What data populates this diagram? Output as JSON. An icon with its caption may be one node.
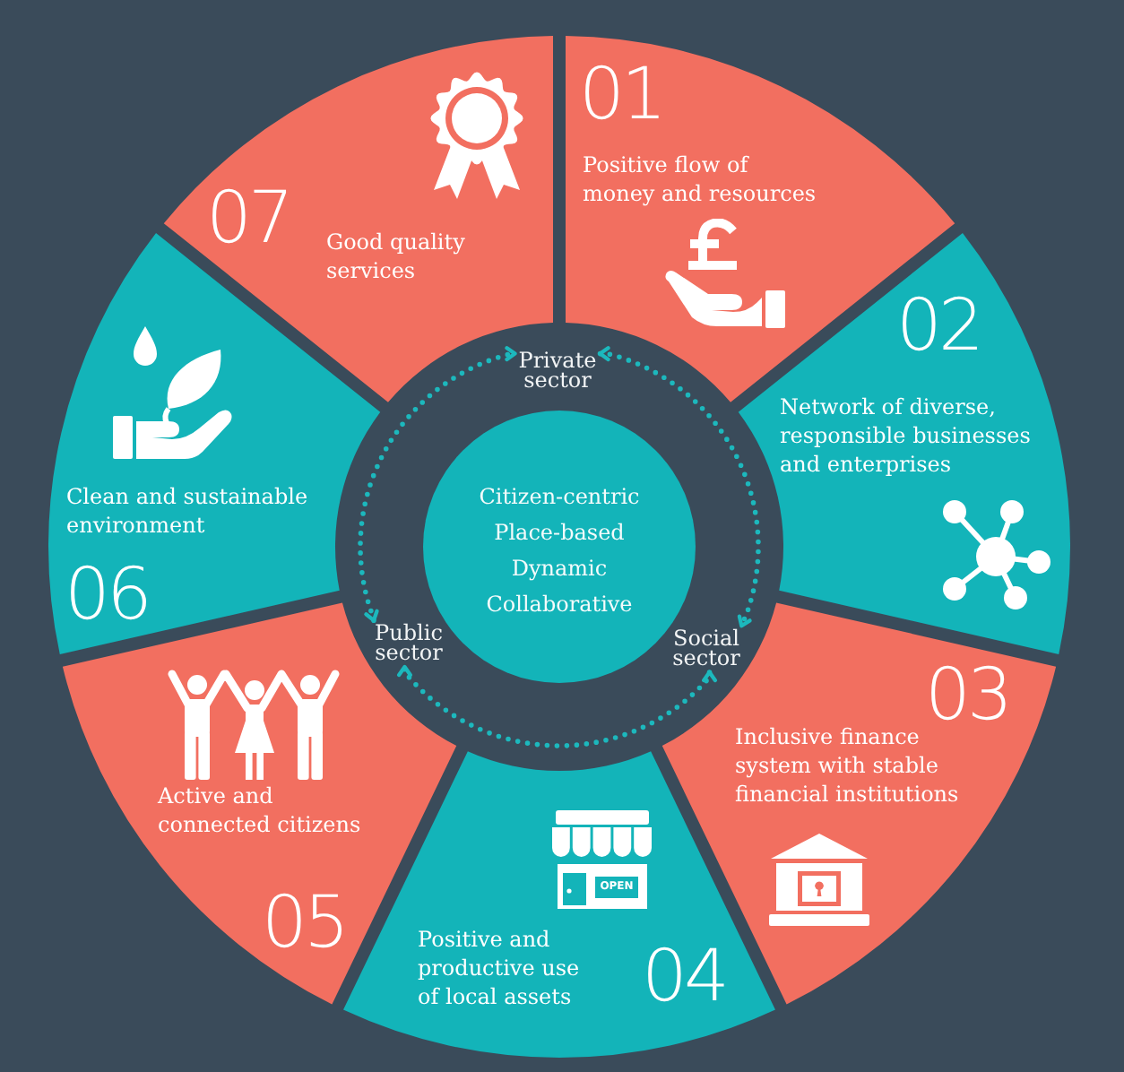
{
  "diagram": {
    "nodes": [
      {
        "text": [
          "01",
          "Positive flow of money and resources"
        ]
      },
      {
        "text": [
          "02",
          "Network of diverse, responsible businesses and enterprises"
        ]
      },
      {
        "text": [
          "03",
          "Inclusive finance system with stable financial institutions"
        ]
      },
      {
        "text": [
          "Positive and productive use of local assets",
          "04"
        ]
      },
      {
        "text": [
          "Active and connected citizens",
          "05"
        ]
      },
      {
        "text": [
          "Clean and sustainable environment",
          "06"
        ]
      },
      {
        "text": [
          "07",
          "Good quality services"
        ]
      },
      {
        "text": [
          "Citizen-centric",
          "Place-based",
          "Dynamic",
          "Collaborative"
        ]
      },
      {
        "text": [
          "Private sector"
        ]
      },
      {
        "text": [
          "Social sector"
        ]
      },
      {
        "text": [
          "Public sector"
        ]
      }
    ],
    "edges": [
      {
        "from": 8,
        "to": 9,
        "arrow": "both",
        "style": "dashed"
      },
      {
        "from": 9,
        "to": 10,
        "arrow": "both",
        "style": "dashed"
      },
      {
        "from": 10,
        "to": 8,
        "arrow": "both",
        "style": "dashed"
      }
    ],
    "labels": [
      "OPEN"
    ]
  }
}
